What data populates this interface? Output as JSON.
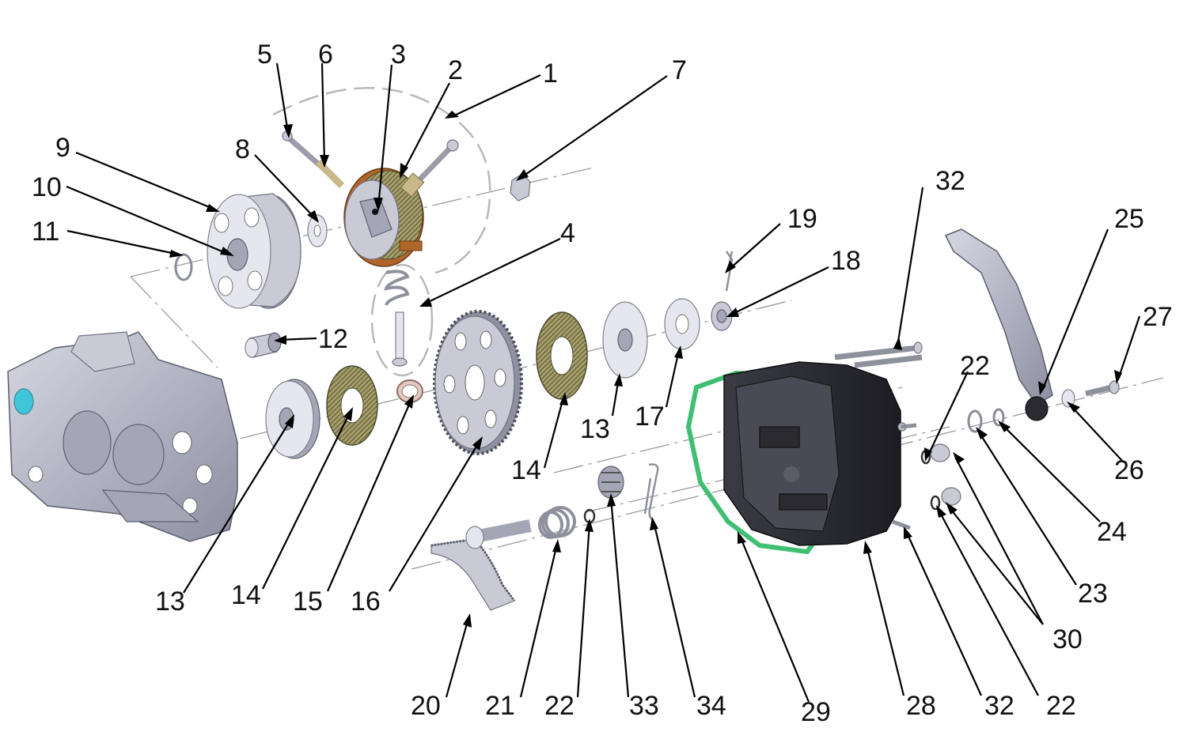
{
  "part_labels": [
    {
      "id": "p1",
      "text": "1"
    },
    {
      "id": "p2",
      "text": "2"
    },
    {
      "id": "p3",
      "text": "3"
    },
    {
      "id": "p4",
      "text": "4"
    },
    {
      "id": "p5",
      "text": "5"
    },
    {
      "id": "p6",
      "text": "6"
    },
    {
      "id": "p7",
      "text": "7"
    },
    {
      "id": "p8",
      "text": "8"
    },
    {
      "id": "p9",
      "text": "9"
    },
    {
      "id": "p10",
      "text": "10"
    },
    {
      "id": "p11",
      "text": "11"
    },
    {
      "id": "p12",
      "text": "12"
    },
    {
      "id": "p13a",
      "text": "13"
    },
    {
      "id": "p13b",
      "text": "13"
    },
    {
      "id": "p14a",
      "text": "14"
    },
    {
      "id": "p14b",
      "text": "14"
    },
    {
      "id": "p15",
      "text": "15"
    },
    {
      "id": "p16",
      "text": "16"
    },
    {
      "id": "p17",
      "text": "17"
    },
    {
      "id": "p18",
      "text": "18"
    },
    {
      "id": "p19",
      "text": "19"
    },
    {
      "id": "p20",
      "text": "20"
    },
    {
      "id": "p21",
      "text": "21"
    },
    {
      "id": "p22a",
      "text": "22"
    },
    {
      "id": "p22b",
      "text": "22"
    },
    {
      "id": "p22c",
      "text": "22"
    },
    {
      "id": "p23",
      "text": "23"
    },
    {
      "id": "p24",
      "text": "24"
    },
    {
      "id": "p25",
      "text": "25"
    },
    {
      "id": "p26",
      "text": "26"
    },
    {
      "id": "p27",
      "text": "27"
    },
    {
      "id": "p28",
      "text": "28"
    },
    {
      "id": "p29",
      "text": "29"
    },
    {
      "id": "p30",
      "text": "30"
    },
    {
      "id": "p32a",
      "text": "32"
    },
    {
      "id": "p32b",
      "text": "32"
    },
    {
      "id": "p33",
      "text": "33"
    },
    {
      "id": "p34",
      "text": "34"
    }
  ],
  "colors": {
    "gasket": "#3fbf72",
    "friction_lining": "#a7a06a",
    "clutch_shoe_rim": "#b0652a",
    "metal": "#c9cad6",
    "cover": "#2a2a30"
  }
}
